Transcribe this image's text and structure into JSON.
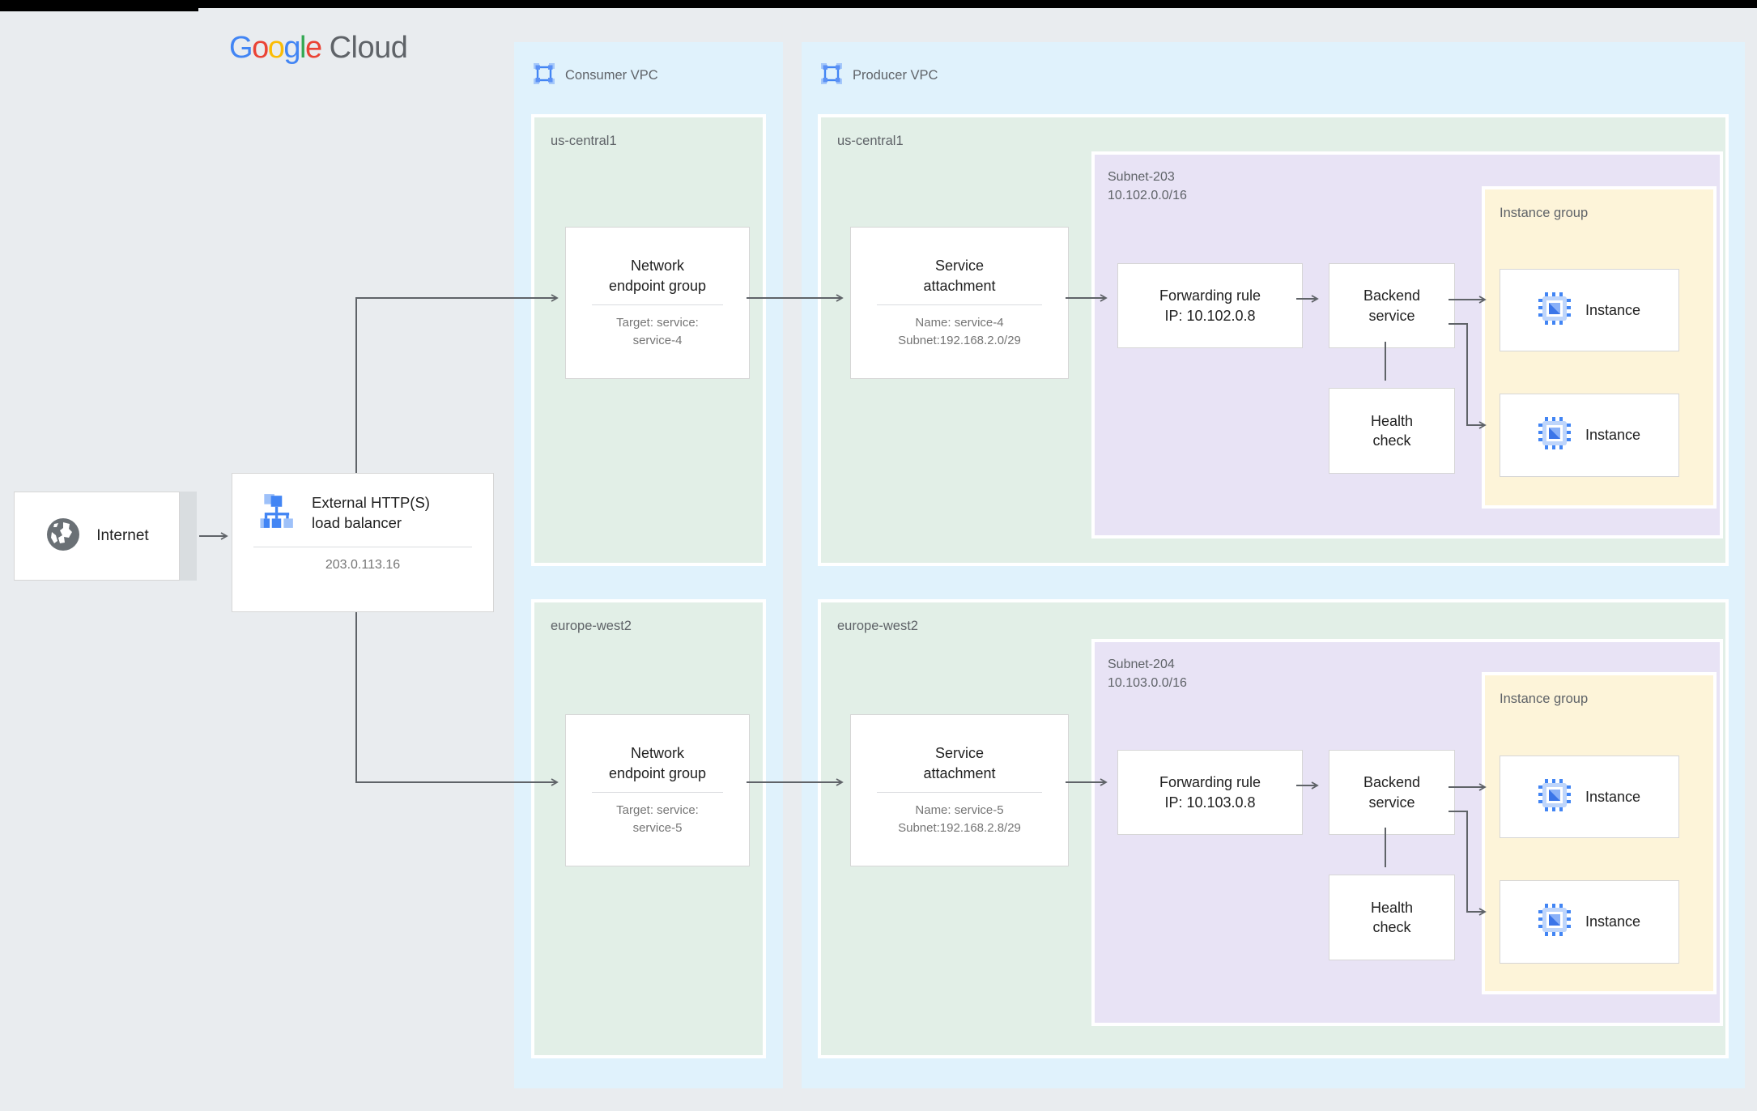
{
  "page": {
    "background": "#e9ecef",
    "top_bar_color": "#000000"
  },
  "logo": {
    "brand_letters": [
      "G",
      "o",
      "o",
      "g",
      "l",
      "e"
    ],
    "brand_colors": [
      "#4285F4",
      "#EA4335",
      "#FBBC05",
      "#4285F4",
      "#34A853",
      "#EA4335"
    ],
    "suffix": "Cloud",
    "suffix_color": "#5f6368"
  },
  "palette": {
    "vpc_fill": "#e0f2fc",
    "region_fill": "#e2efe7",
    "subnet_fill": "#e8e3f5",
    "instance_group_fill": "#fdf4d9",
    "node_border": "#d6d6d6",
    "arrow": "#5f6368",
    "label_text": "#5f6368",
    "title_text": "#212121",
    "subtext": "#757575",
    "internet_shadow": "#d9dde0",
    "icon_blue": "#4285F4",
    "icon_blue_light": "#a5c8fa"
  },
  "internet": {
    "label": "Internet",
    "icon": "globe-icon"
  },
  "load_balancer": {
    "icon": "load-balancer-icon",
    "title": [
      "External HTTP(S)",
      "load balancer"
    ],
    "ip": "203.0.113.16"
  },
  "consumer_vpc": {
    "label": "Consumer VPC",
    "icon": "vpc-icon",
    "regions": [
      {
        "name": "us-central1",
        "neg": {
          "title": [
            "Network",
            "endpoint group"
          ],
          "detail": [
            "Target: service:",
            "service-4"
          ]
        }
      },
      {
        "name": "europe-west2",
        "neg": {
          "title": [
            "Network",
            "endpoint group"
          ],
          "detail": [
            "Target: service:",
            "service-5"
          ]
        }
      }
    ]
  },
  "producer_vpc": {
    "label": "Producer VPC",
    "icon": "vpc-icon",
    "regions": [
      {
        "name": "us-central1",
        "service_attachment": {
          "title": [
            "Service",
            "attachment"
          ],
          "detail": [
            "Name: service-4",
            "Subnet:192.168.2.0/29"
          ]
        },
        "subnet": {
          "name": "Subnet-203",
          "cidr": "10.102.0.0/16",
          "forwarding_rule": [
            "Forwarding rule",
            "IP: 10.102.0.8"
          ],
          "backend_service": [
            "Backend",
            "service"
          ],
          "health_check": [
            "Health",
            "check"
          ],
          "instance_group": {
            "label": "Instance group",
            "instances": [
              {
                "label": "Instance"
              },
              {
                "label": "Instance"
              }
            ]
          }
        }
      },
      {
        "name": "europe-west2",
        "service_attachment": {
          "title": [
            "Service",
            "attachment"
          ],
          "detail": [
            "Name: service-5",
            "Subnet:192.168.2.8/29"
          ]
        },
        "subnet": {
          "name": "Subnet-204",
          "cidr": "10.103.0.0/16",
          "forwarding_rule": [
            "Forwarding rule",
            "IP: 10.103.0.8"
          ],
          "backend_service": [
            "Backend",
            "service"
          ],
          "health_check": [
            "Health",
            "check"
          ],
          "instance_group": {
            "label": "Instance group",
            "instances": [
              {
                "label": "Instance"
              },
              {
                "label": "Instance"
              }
            ]
          }
        }
      }
    ]
  }
}
